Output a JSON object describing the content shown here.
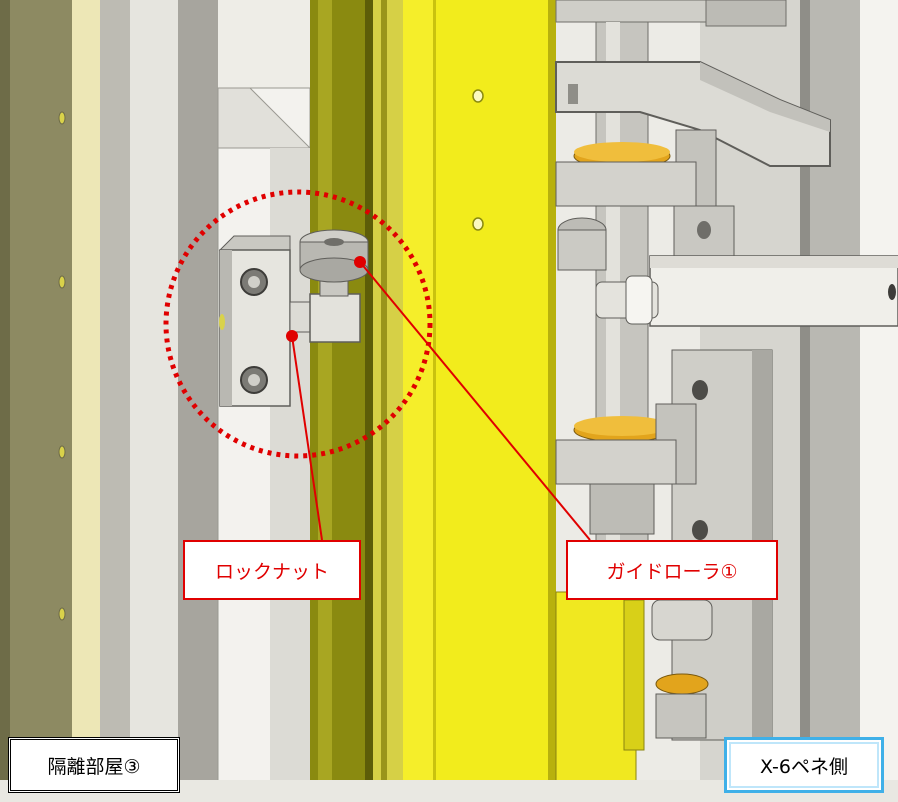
{
  "callouts": {
    "lock_nut": "ロックナット",
    "guide_roller": "ガイドローラ①"
  },
  "tags": {
    "room": "隔離部屋③",
    "panel_side": "X-6ペネ側"
  },
  "colors": {
    "callout_red": "#e00000",
    "yellow_rail": "#f2ec1c",
    "olive_rail": "#8a8a10",
    "frame_gray": "#d8d6cf",
    "panel_tag_border": "#3fb0e8"
  }
}
